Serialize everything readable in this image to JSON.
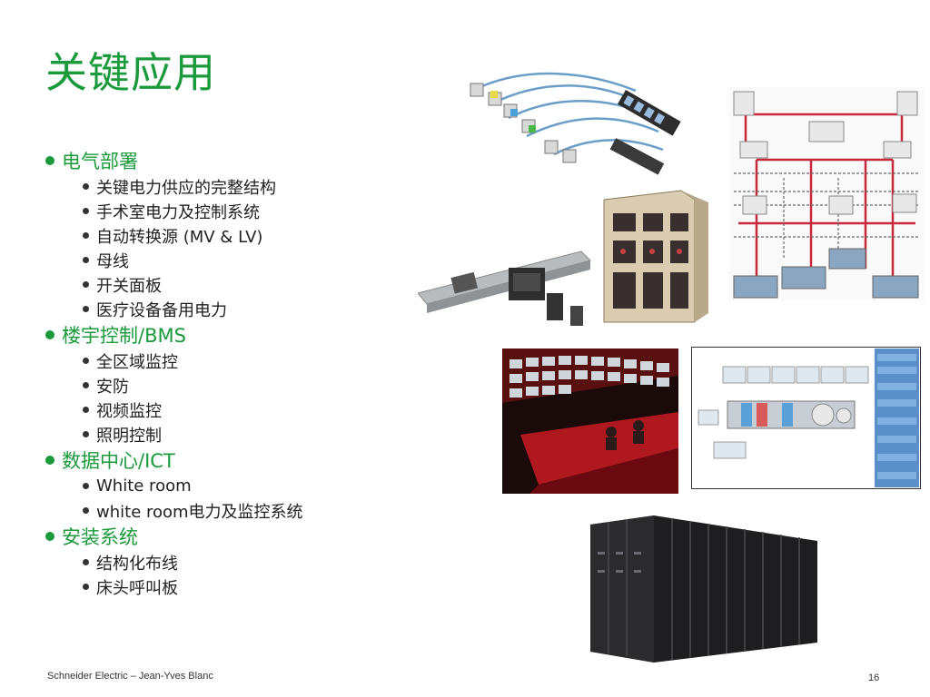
{
  "slide": {
    "title": "关键应用",
    "sections": [
      {
        "heading": "电气部署",
        "items": [
          "关键电力供应的完整结构",
          "手术室电力及控制系统",
          "自动转换源 (MV & LV)",
          "母线",
          "开关面板",
          "医疗设备备用电力"
        ]
      },
      {
        "heading": "楼宇控制/BMS",
        "items": [
          "全区域监控",
          "安防",
          "视频监控",
          "照明控制"
        ]
      },
      {
        "heading": "数据中心/ICT",
        "items": [
          "White room",
          "white room电力及监控系统"
        ]
      },
      {
        "heading": "安装系统",
        "items": [
          "结构化布线",
          "床头呼叫板"
        ]
      }
    ],
    "footer": {
      "author": "Schneider Electric – Jean-Yves Blanc",
      "page_number": "16"
    }
  },
  "colors": {
    "accent_green": "#1b9a3c",
    "text": "#222222"
  }
}
